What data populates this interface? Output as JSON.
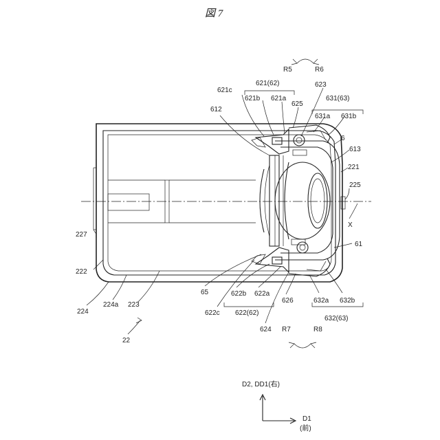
{
  "figure": {
    "title": "図 7"
  },
  "labels": {
    "R5": "R5",
    "R6": "R6",
    "R7": "R7",
    "R8": "R8",
    "l621_62": "621(62)",
    "l621c": "621c",
    "l621b": "621b",
    "l621a": "621a",
    "l623": "623",
    "l625": "625",
    "l631_63": "631(63)",
    "l631a": "631a",
    "l631b": "631b",
    "l612": "612",
    "l6": "6",
    "l613": "613",
    "l221": "221",
    "l225": "225",
    "lX": "X",
    "l61": "61",
    "l227": "227",
    "l222": "222",
    "l224": "224",
    "l224a": "224a",
    "l223": "223",
    "l65": "65",
    "l622b": "622b",
    "l622a": "622a",
    "l626": "626",
    "l632a": "632a",
    "l632b": "632b",
    "l622c": "622c",
    "l622_62": "622(62)",
    "l632_63": "632(63)",
    "l624": "624",
    "l22": "22"
  },
  "axes_legend": {
    "vertical": "D2, DD1(右)",
    "horizontal": "D1",
    "horizontal_sub": "(前)"
  }
}
